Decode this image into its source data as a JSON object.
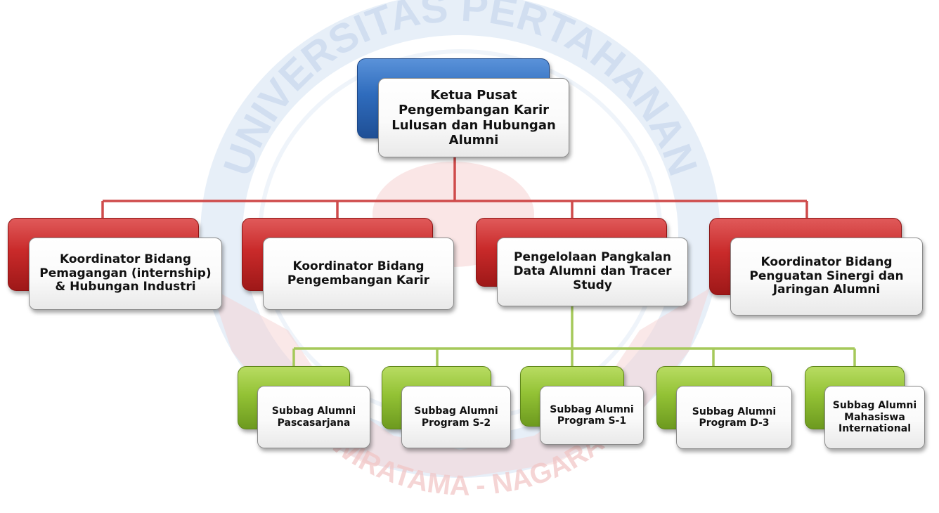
{
  "watermark": {
    "top_text": "UNIVERSITAS PERTAHANAN",
    "bottom_text": "WIRATAMA - NAGARA",
    "ring_color": "#c9d9ef",
    "center_color": "#f4cccc"
  },
  "colors": {
    "top_tier": "#2f6cbd",
    "second_tier": "#c92a2a",
    "third_tier": "#93c235",
    "red_connector": "#cf4b4b",
    "green_connector": "#a5c95a"
  },
  "root": {
    "label": "Ketua Pusat Pengembangan Karir Lulusan dan Hubungan Alumni"
  },
  "coordinators": [
    {
      "label": "Koordinator Bidang Pemagangan (internship) & Hubungan Industri"
    },
    {
      "label": "Koordinator Bidang Pengembangan Karir"
    },
    {
      "label": "Pengelolaan Pangkalan Data Alumni dan Tracer Study"
    },
    {
      "label": "Koordinator Bidang Penguatan Sinergi dan Jaringan Alumni"
    }
  ],
  "subunits": [
    {
      "label": "Subbag Alumni Pascasarjana"
    },
    {
      "label": "Subbag Alumni Program S-2"
    },
    {
      "label": "Subbag Alumni Program S-1"
    },
    {
      "label": "Subbag Alumni Program D-3"
    },
    {
      "label": "Subbag Alumni Mahasiswa International"
    }
  ]
}
